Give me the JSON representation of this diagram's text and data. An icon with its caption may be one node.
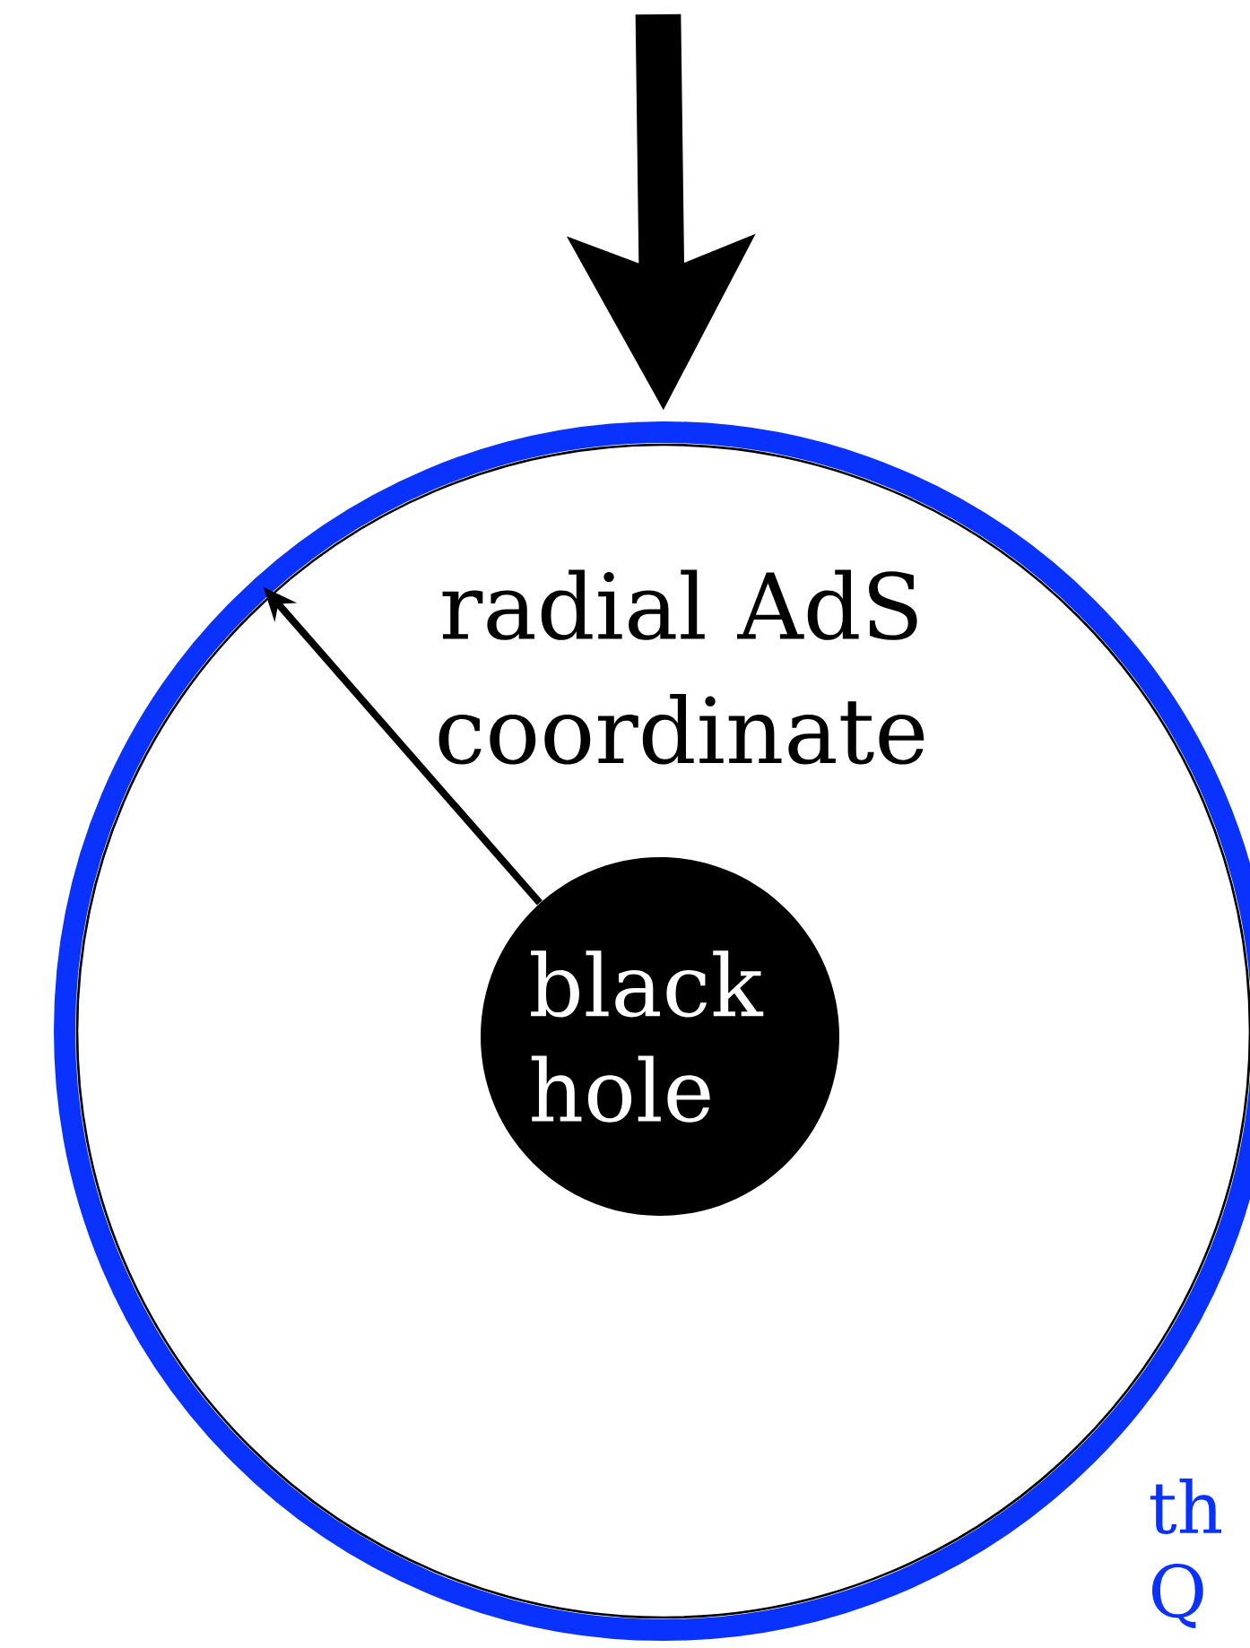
{
  "diagram": {
    "nodes": [
      {
        "text": [],
        "shape": "circle"
      },
      {
        "text": [
          "black hole"
        ],
        "in": 0
      }
    ],
    "edges": [
      {
        "from": 1,
        "to": 0,
        "arrow": "to",
        "label": "radial AdS coordinate"
      },
      {
        "from": null,
        "to": 0,
        "arrow": "to",
        "style": "thick"
      }
    ],
    "labels": [
      "th",
      "Q"
    ]
  }
}
